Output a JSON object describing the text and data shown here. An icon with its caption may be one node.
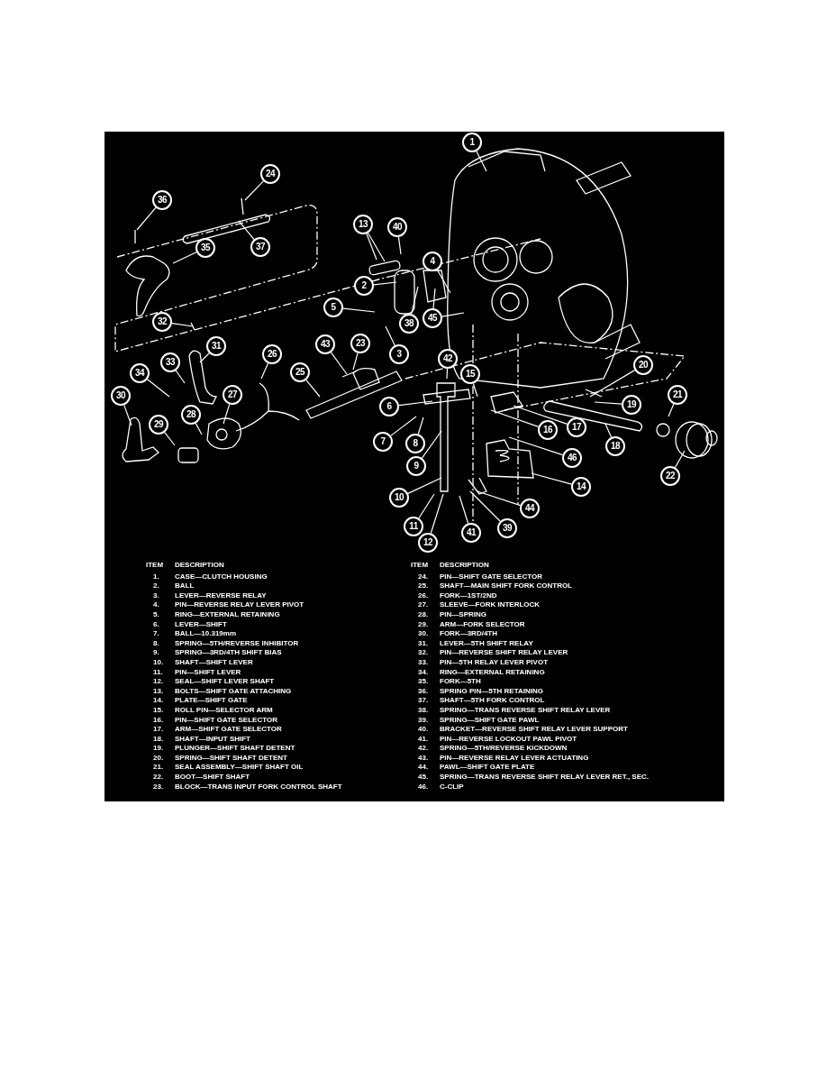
{
  "diagram": {
    "nodes": [
      {
        "text": [
          "1"
        ]
      },
      {
        "text": [
          "2"
        ]
      },
      {
        "text": [
          "3"
        ]
      },
      {
        "text": [
          "4"
        ]
      },
      {
        "text": [
          "5"
        ]
      },
      {
        "text": [
          "6"
        ]
      },
      {
        "text": [
          "7"
        ]
      },
      {
        "text": [
          "8"
        ]
      },
      {
        "text": [
          "9"
        ]
      },
      {
        "text": [
          "10"
        ]
      },
      {
        "text": [
          "11"
        ]
      },
      {
        "text": [
          "12"
        ]
      },
      {
        "text": [
          "13"
        ]
      },
      {
        "text": [
          "14"
        ]
      },
      {
        "text": [
          "15"
        ]
      },
      {
        "text": [
          "16"
        ]
      },
      {
        "text": [
          "17"
        ]
      },
      {
        "text": [
          "18"
        ]
      },
      {
        "text": [
          "19"
        ]
      },
      {
        "text": [
          "20"
        ]
      },
      {
        "text": [
          "21"
        ]
      },
      {
        "text": [
          "22"
        ]
      },
      {
        "text": [
          "23"
        ]
      },
      {
        "text": [
          "24"
        ]
      },
      {
        "text": [
          "25"
        ]
      },
      {
        "text": [
          "26"
        ]
      },
      {
        "text": [
          "27"
        ]
      },
      {
        "text": [
          "28"
        ]
      },
      {
        "text": [
          "29"
        ]
      },
      {
        "text": [
          "30"
        ]
      },
      {
        "text": [
          "31"
        ]
      },
      {
        "text": [
          "32"
        ]
      },
      {
        "text": [
          "33"
        ]
      },
      {
        "text": [
          "34"
        ]
      },
      {
        "text": [
          "35"
        ]
      },
      {
        "text": [
          "36"
        ]
      },
      {
        "text": [
          "37"
        ]
      },
      {
        "text": [
          "38"
        ]
      },
      {
        "text": [
          "39"
        ]
      },
      {
        "text": [
          "40"
        ]
      },
      {
        "text": [
          "41"
        ]
      },
      {
        "text": [
          "42"
        ]
      },
      {
        "text": [
          "43"
        ]
      },
      {
        "text": [
          "44"
        ]
      },
      {
        "text": [
          "45"
        ]
      },
      {
        "text": [
          "46"
        ]
      }
    ],
    "edges": [
      {
        "from": 0,
        "to": null,
        "arrow": "none"
      },
      {
        "from": 1,
        "to": null,
        "arrow": "none"
      },
      {
        "from": 2,
        "to": null,
        "arrow": "none"
      },
      {
        "from": 3,
        "to": null,
        "arrow": "none"
      },
      {
        "from": 4,
        "to": null,
        "arrow": "none"
      },
      {
        "from": 5,
        "to": null,
        "arrow": "none"
      },
      {
        "from": 6,
        "to": null,
        "arrow": "none"
      },
      {
        "from": 7,
        "to": null,
        "arrow": "none"
      },
      {
        "from": 8,
        "to": null,
        "arrow": "none"
      },
      {
        "from": 9,
        "to": null,
        "arrow": "none"
      },
      {
        "from": 10,
        "to": null,
        "arrow": "none"
      },
      {
        "from": 11,
        "to": null,
        "arrow": "none"
      },
      {
        "from": 12,
        "to": null,
        "arrow": "none"
      },
      {
        "from": 12,
        "to": null,
        "arrow": "none"
      },
      {
        "from": 13,
        "to": null,
        "arrow": "none"
      },
      {
        "from": 14,
        "to": null,
        "arrow": "none"
      },
      {
        "from": 15,
        "to": null,
        "arrow": "none"
      },
      {
        "from": 16,
        "to": null,
        "arrow": "none"
      },
      {
        "from": 17,
        "to": null,
        "arrow": "none"
      },
      {
        "from": 18,
        "to": null,
        "arrow": "none"
      },
      {
        "from": 19,
        "to": null,
        "arrow": "none"
      },
      {
        "from": 20,
        "to": null,
        "arrow": "none"
      },
      {
        "from": 21,
        "to": null,
        "arrow": "none"
      },
      {
        "from": 22,
        "to": null,
        "arrow": "none"
      },
      {
        "from": 23,
        "to": null,
        "arrow": "none"
      },
      {
        "from": 24,
        "to": null,
        "arrow": "none"
      },
      {
        "from": 25,
        "to": null,
        "arrow": "none"
      },
      {
        "from": 26,
        "to": null,
        "arrow": "none"
      },
      {
        "from": 27,
        "to": null,
        "arrow": "none"
      },
      {
        "from": 28,
        "to": null,
        "arrow": "none"
      },
      {
        "from": 29,
        "to": null,
        "arrow": "none"
      },
      {
        "from": 30,
        "to": null,
        "arrow": "none"
      },
      {
        "from": 31,
        "to": null,
        "arrow": "none"
      },
      {
        "from": 32,
        "to": null,
        "arrow": "none"
      },
      {
        "from": 33,
        "to": null,
        "arrow": "none"
      },
      {
        "from": 34,
        "to": null,
        "arrow": "none"
      },
      {
        "from": 35,
        "to": null,
        "arrow": "none"
      },
      {
        "from": 36,
        "to": null,
        "arrow": "none"
      },
      {
        "from": 37,
        "to": null,
        "arrow": "none"
      },
      {
        "from": 38,
        "to": null,
        "arrow": "none"
      },
      {
        "from": 39,
        "to": null,
        "arrow": "none"
      },
      {
        "from": 40,
        "to": null,
        "arrow": "none"
      },
      {
        "from": 41,
        "to": null,
        "arrow": "none"
      },
      {
        "from": 42,
        "to": null,
        "arrow": "none"
      },
      {
        "from": 43,
        "to": null,
        "arrow": "none"
      },
      {
        "from": 44,
        "to": null,
        "arrow": "none"
      },
      {
        "from": 44,
        "to": null,
        "arrow": "none"
      },
      {
        "from": 45,
        "to": null,
        "arrow": "none"
      }
    ],
    "labels": [
      "ITEM",
      "DESCRIPTION",
      "1.",
      "CASE—CLUTCH HOUSING",
      "2.",
      "BALL",
      "3.",
      "LEVER—REVERSE RELAY",
      "4.",
      "PIN—REVERSE RELAY LEVER PIVOT",
      "5.",
      "RING—EXTERNAL RETAINING",
      "6.",
      "LEVER—SHIFT",
      "7.",
      "BALL—10.319mm",
      "8.",
      "SPRING—5TH/REVERSE INHIBITOR",
      "9.",
      "SPRING—3RD/4TH SHIFT BIAS",
      "10.",
      "SHAFT—SHIFT LEVER",
      "11.",
      "PIN—SHIFT LEVER",
      "12.",
      "SEAL—SHIFT LEVER SHAFT",
      "13.",
      "BOLTS—SHIFT GATE ATTACHING",
      "14.",
      "PLATE—SHIFT GATE",
      "15.",
      "ROLL PIN—SELECTOR ARM",
      "16.",
      "PIN—SHIFT GATE SELECTOR",
      "17.",
      "ARM—SHIFT GATE SELECTOR",
      "18.",
      "SHAFT—INPUT SHIFT",
      "19.",
      "PLUNGER—SHIFT SHAFT DETENT",
      "20.",
      "SPRING—SHIFT SHAFT DETENT",
      "21.",
      "SEAL ASSEMBLY—SHIFT SHAFT OIL",
      "22.",
      "BOOT—SHIFT SHAFT",
      "23.",
      "BLOCK—TRANS INPUT FORK CONTROL SHAFT",
      "ITEM",
      "DESCRIPTION",
      "24.",
      "PIN—SHIFT GATE SELECTOR",
      "25.",
      "SHAFT—MAIN SHIFT FORK CONTROL",
      "26.",
      "FORK—1ST/2ND",
      "27.",
      "SLEEVE—FORK INTERLOCK",
      "28.",
      "PIN—SPRING",
      "29.",
      "ARM—FORK SELECTOR",
      "30.",
      "FORK—3RD/4TH",
      "31.",
      "LEVER—5TH SHIFT RELAY",
      "32.",
      "PIN—REVERSE SHIFT RELAY LEVER",
      "33.",
      "PIN—5TH RELAY LEVER PIVOT",
      "34.",
      "RING—EXTERNAL RETAINING",
      "35.",
      "FORK—5TH",
      "36.",
      "SPRING PIN—5TH RETAINING",
      "37.",
      "SHAFT—5TH FORK CONTROL",
      "38.",
      "SPRING—TRANS REVERSE SHIFT RELAY LEVER",
      "39.",
      "SPRING—SHIFT GATE PAWL",
      "40.",
      "BRACKET—REVERSE SHIFT RELAY LEVER SUPPORT",
      "41.",
      "PIN—REVERSE LOCKOUT PAWL PIVOT",
      "42.",
      "SPRING—5TH/REVERSE KICKDOWN",
      "43.",
      "PIN—REVERSE RELAY LEVER ACTUATING",
      "44.",
      "PAWL—SHIFT GATE PLATE",
      "45.",
      "SPRING—TRANS REVERSE SHIFT RELAY LEVER RET., SEC.",
      "46.",
      "C-CLIP"
    ]
  }
}
